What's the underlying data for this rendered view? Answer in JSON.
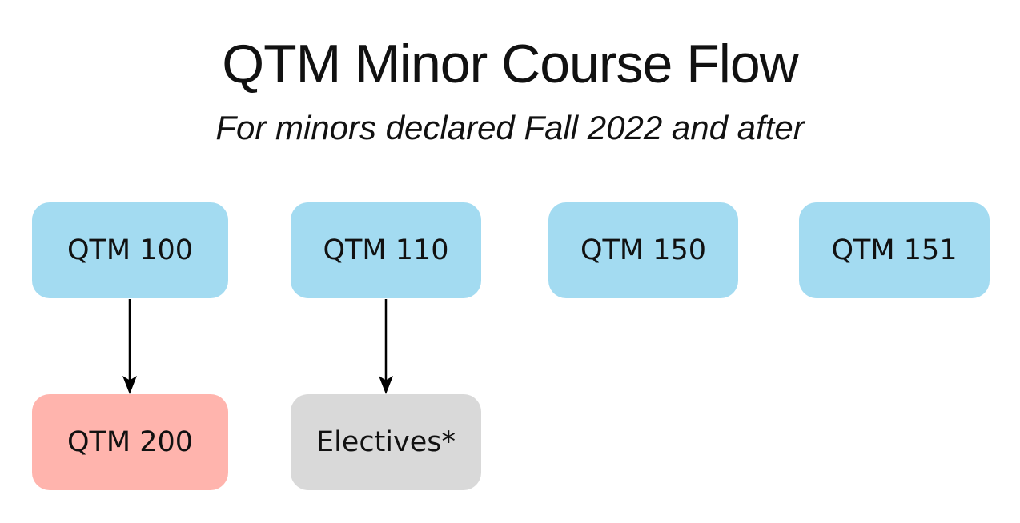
{
  "header": {
    "title": "QTM Minor Course Flow",
    "subtitle": "For minors declared Fall 2022 and after"
  },
  "palette": {
    "core_blue": "#a3dbf1",
    "capstone_pink": "#ffb4ad",
    "elective_gray": "#d9d9d9",
    "arrow_black": "#000000",
    "text_black": "#111111",
    "background": "#ffffff"
  },
  "diagram": {
    "nodes": [
      {
        "id": "qtm100",
        "label": "QTM 100",
        "color": "core_blue"
      },
      {
        "id": "qtm110",
        "label": "QTM 110",
        "color": "core_blue"
      },
      {
        "id": "qtm150",
        "label": "QTM 150",
        "color": "core_blue"
      },
      {
        "id": "qtm151",
        "label": "QTM 151",
        "color": "core_blue"
      },
      {
        "id": "qtm200",
        "label": "QTM 200",
        "color": "capstone_pink"
      },
      {
        "id": "electives",
        "label": "Electives*",
        "color": "elective_gray"
      }
    ],
    "edges": [
      {
        "from": "qtm100",
        "to": "qtm200"
      },
      {
        "from": "qtm110",
        "to": "electives"
      }
    ]
  }
}
